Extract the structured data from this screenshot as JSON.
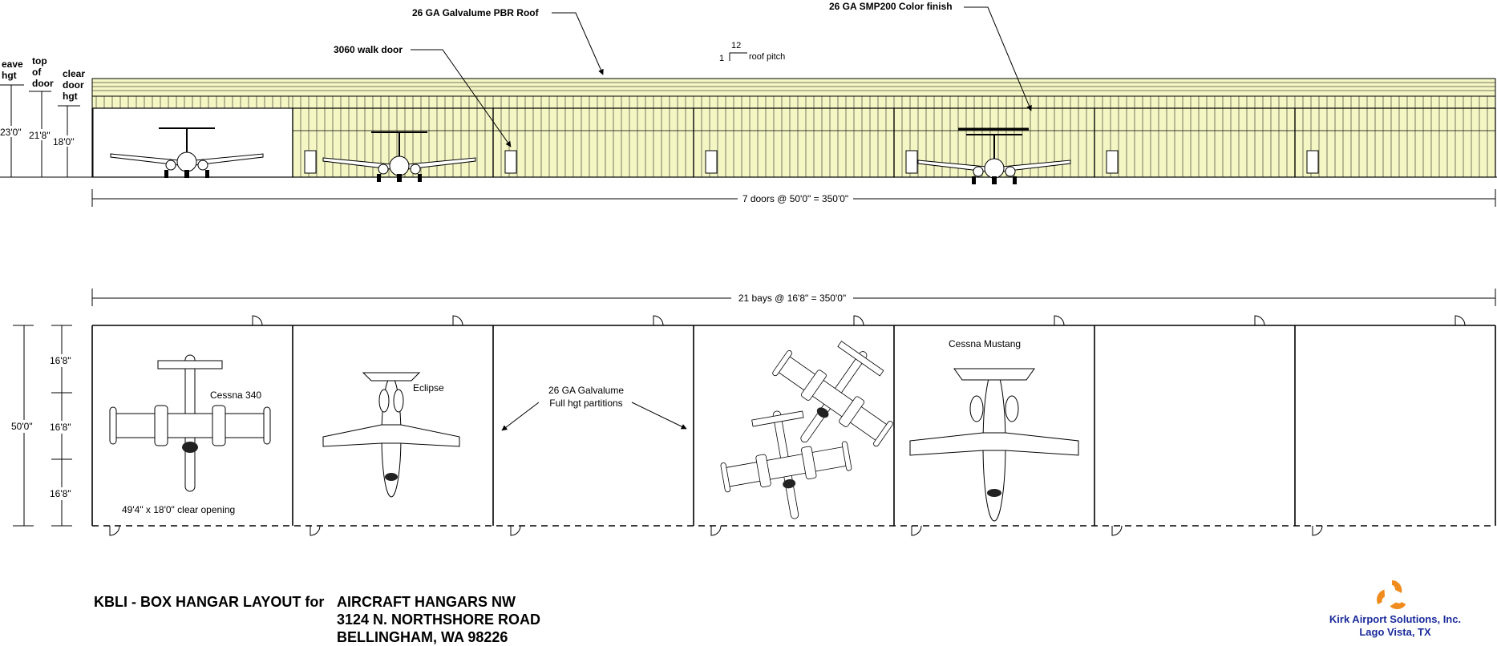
{
  "elevation": {
    "callouts": {
      "roof": "26 GA Galvalume PBR Roof",
      "finish": "26 GA SMP200 Color finish",
      "walk_door": "3060 walk door",
      "pitch_rise": "12",
      "pitch_run": "1",
      "pitch_label": "roof pitch"
    },
    "height_headers": {
      "eave": [
        "eave",
        "hgt"
      ],
      "top_door": [
        "top",
        "of",
        "door"
      ],
      "clear_door": [
        "clear",
        "door",
        "hgt"
      ]
    },
    "heights": {
      "eave": "23'0\"",
      "top_door": "21'8\"",
      "clear_door": "18'0\""
    },
    "overall_dimension": "7 doors @ 50'0\" = 350'0\""
  },
  "plan": {
    "overall_dimension": "21 bays @ 16'8\" = 350'0\"",
    "depth_total": "50'0\"",
    "depth_segments": [
      "16'8\"",
      "16'8\"",
      "16'8\""
    ],
    "aircraft_labels": {
      "cessna340": "Cessna 340",
      "eclipse": "Eclipse",
      "mustang": "Cessna Mustang"
    },
    "partition_note": [
      "26 GA Galvalume",
      "Full hgt partitions"
    ],
    "clear_opening": "49'4\" x 18'0\" clear opening"
  },
  "title_block": {
    "line1_prefix": "KBLI - BOX HANGAR  LAYOUT for",
    "client_name": "AIRCRAFT HANGARS NW",
    "address": "3124 N. NORTHSHORE ROAD",
    "city": "BELLINGHAM, WA  98226"
  },
  "brand": {
    "name": "Kirk Airport Solutions, Inc.",
    "location": "Lago Vista, TX",
    "logo_color": "#f08c1e"
  },
  "colors": {
    "wall": "#f4f6c4",
    "brand_text": "#1a2a9a"
  }
}
